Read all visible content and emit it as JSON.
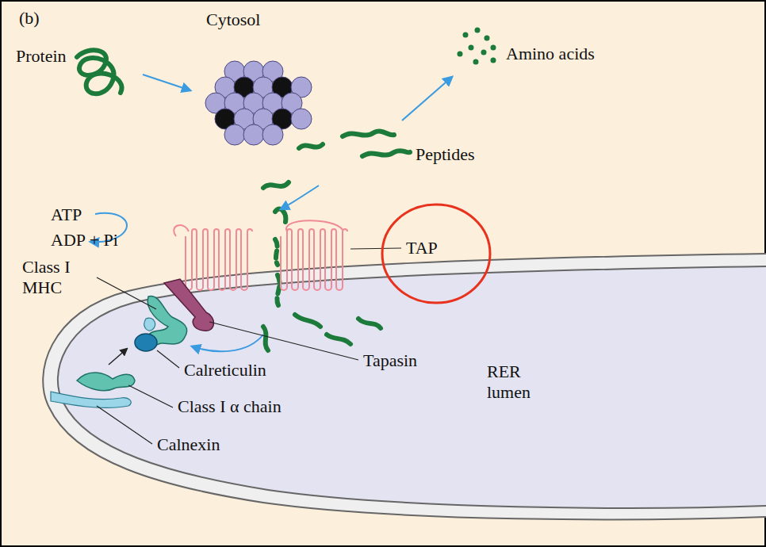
{
  "diagram": {
    "labels": [
      "(b)",
      "Cytosol",
      "Protein",
      "Amino acids",
      "Peptides",
      "ATP",
      "ADP + Pi",
      "Class I MHC",
      "TAP",
      "Tapasin",
      "Calreticulin",
      "Class I α chain",
      "Calnexin",
      "RER lumen"
    ]
  }
}
